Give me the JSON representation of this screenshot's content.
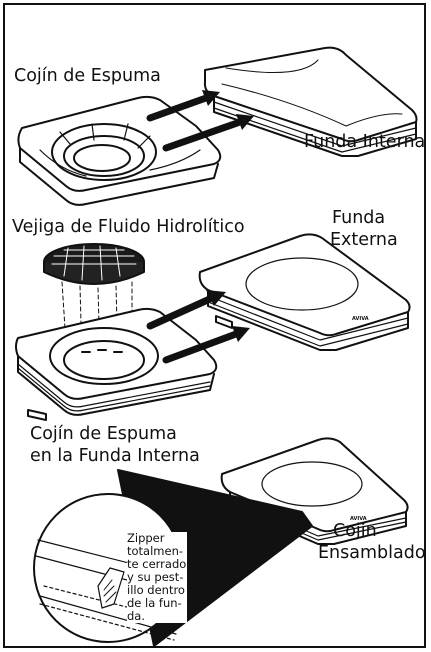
{
  "labels": {
    "foam_cushion": "Cojín de Espuma",
    "inner_cover": "Funda Interna",
    "bladder": "Vejiga de Fluido Hidrolítico",
    "outer_cover_1": "Funda",
    "outer_cover_2": "Externa",
    "foam_in_cover_1": "Cojín de Espuma",
    "foam_in_cover_2": "en la Funda Interna",
    "assembled_1": "Cojín",
    "assembled_2": "Ensamblado"
  },
  "zipper_note": [
    "Zipper",
    "totalmen-",
    "te cerrado",
    "y su pest-",
    "illo dentro",
    "de la fun-",
    "da."
  ],
  "brand_mark": "AVIVA"
}
